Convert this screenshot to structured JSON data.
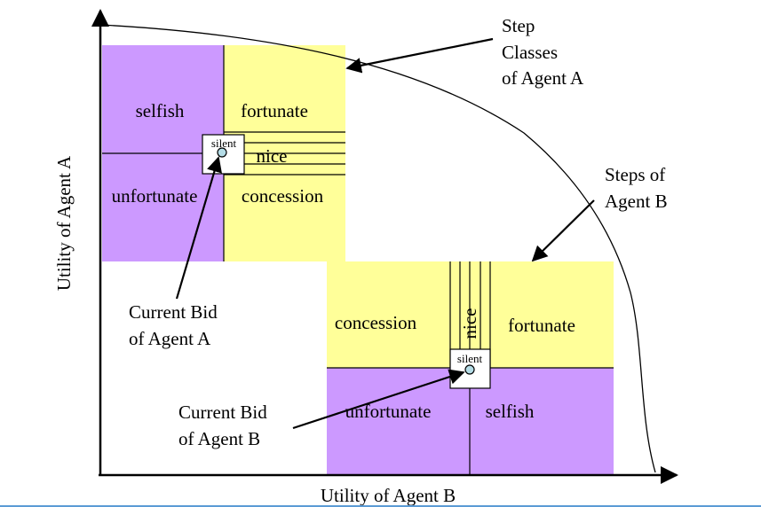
{
  "axes": {
    "x_title": "Utility of Agent B",
    "y_title": "Utility of Agent A"
  },
  "agent_a": {
    "classes": {
      "selfish": "selfish",
      "fortunate": "fortunate",
      "unfortunate": "unfortunate",
      "concession": "concession",
      "nice": "nice",
      "silent": "silent"
    },
    "callout": [
      "Step",
      "Classes",
      "of Agent A"
    ],
    "bid_label": [
      "Current Bid",
      "of Agent A"
    ]
  },
  "agent_b": {
    "classes": {
      "concession": "concession",
      "nice": "nice",
      "fortunate": "fortunate",
      "unfortunate": "unfortunate",
      "selfish": "selfish",
      "silent": "silent"
    },
    "callout": [
      "Steps of",
      "Agent B"
    ],
    "bid_label": [
      "Current Bid",
      "of Agent B"
    ]
  },
  "colors": {
    "purple": "#cc99ff",
    "yellow": "#ffff99",
    "line": "#000000",
    "bid_dot": "#b4dce6",
    "bottom_rule": "#5b9bd5"
  }
}
